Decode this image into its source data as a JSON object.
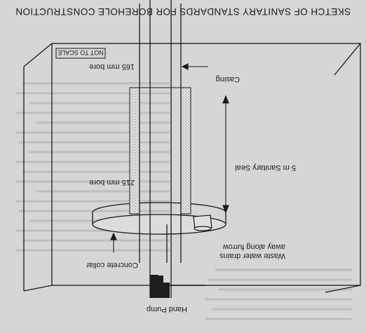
{
  "diagram": {
    "title": "SKETCH OF SANITARY STANDARDS FOR BOREHOLE CONSTRUCTION",
    "scale_note": "NOT TO SCALE",
    "labels": {
      "bore_165": "165 mm bore",
      "casing": "Casing",
      "sanitary_seal": "5 m Sanitary Seal",
      "bore_215": "215 mm bore",
      "drain_line1": "Waste water drains",
      "drain_line2": "away along furrow",
      "concrete_collar": "Concrete collar",
      "hand_pump": "Hand Pump"
    }
  },
  "colors": {
    "paper": "#d6d6d6",
    "ink": "#1a1a1a",
    "seal_fill": "#e4e4e4",
    "pump": "#1e1e1e"
  }
}
